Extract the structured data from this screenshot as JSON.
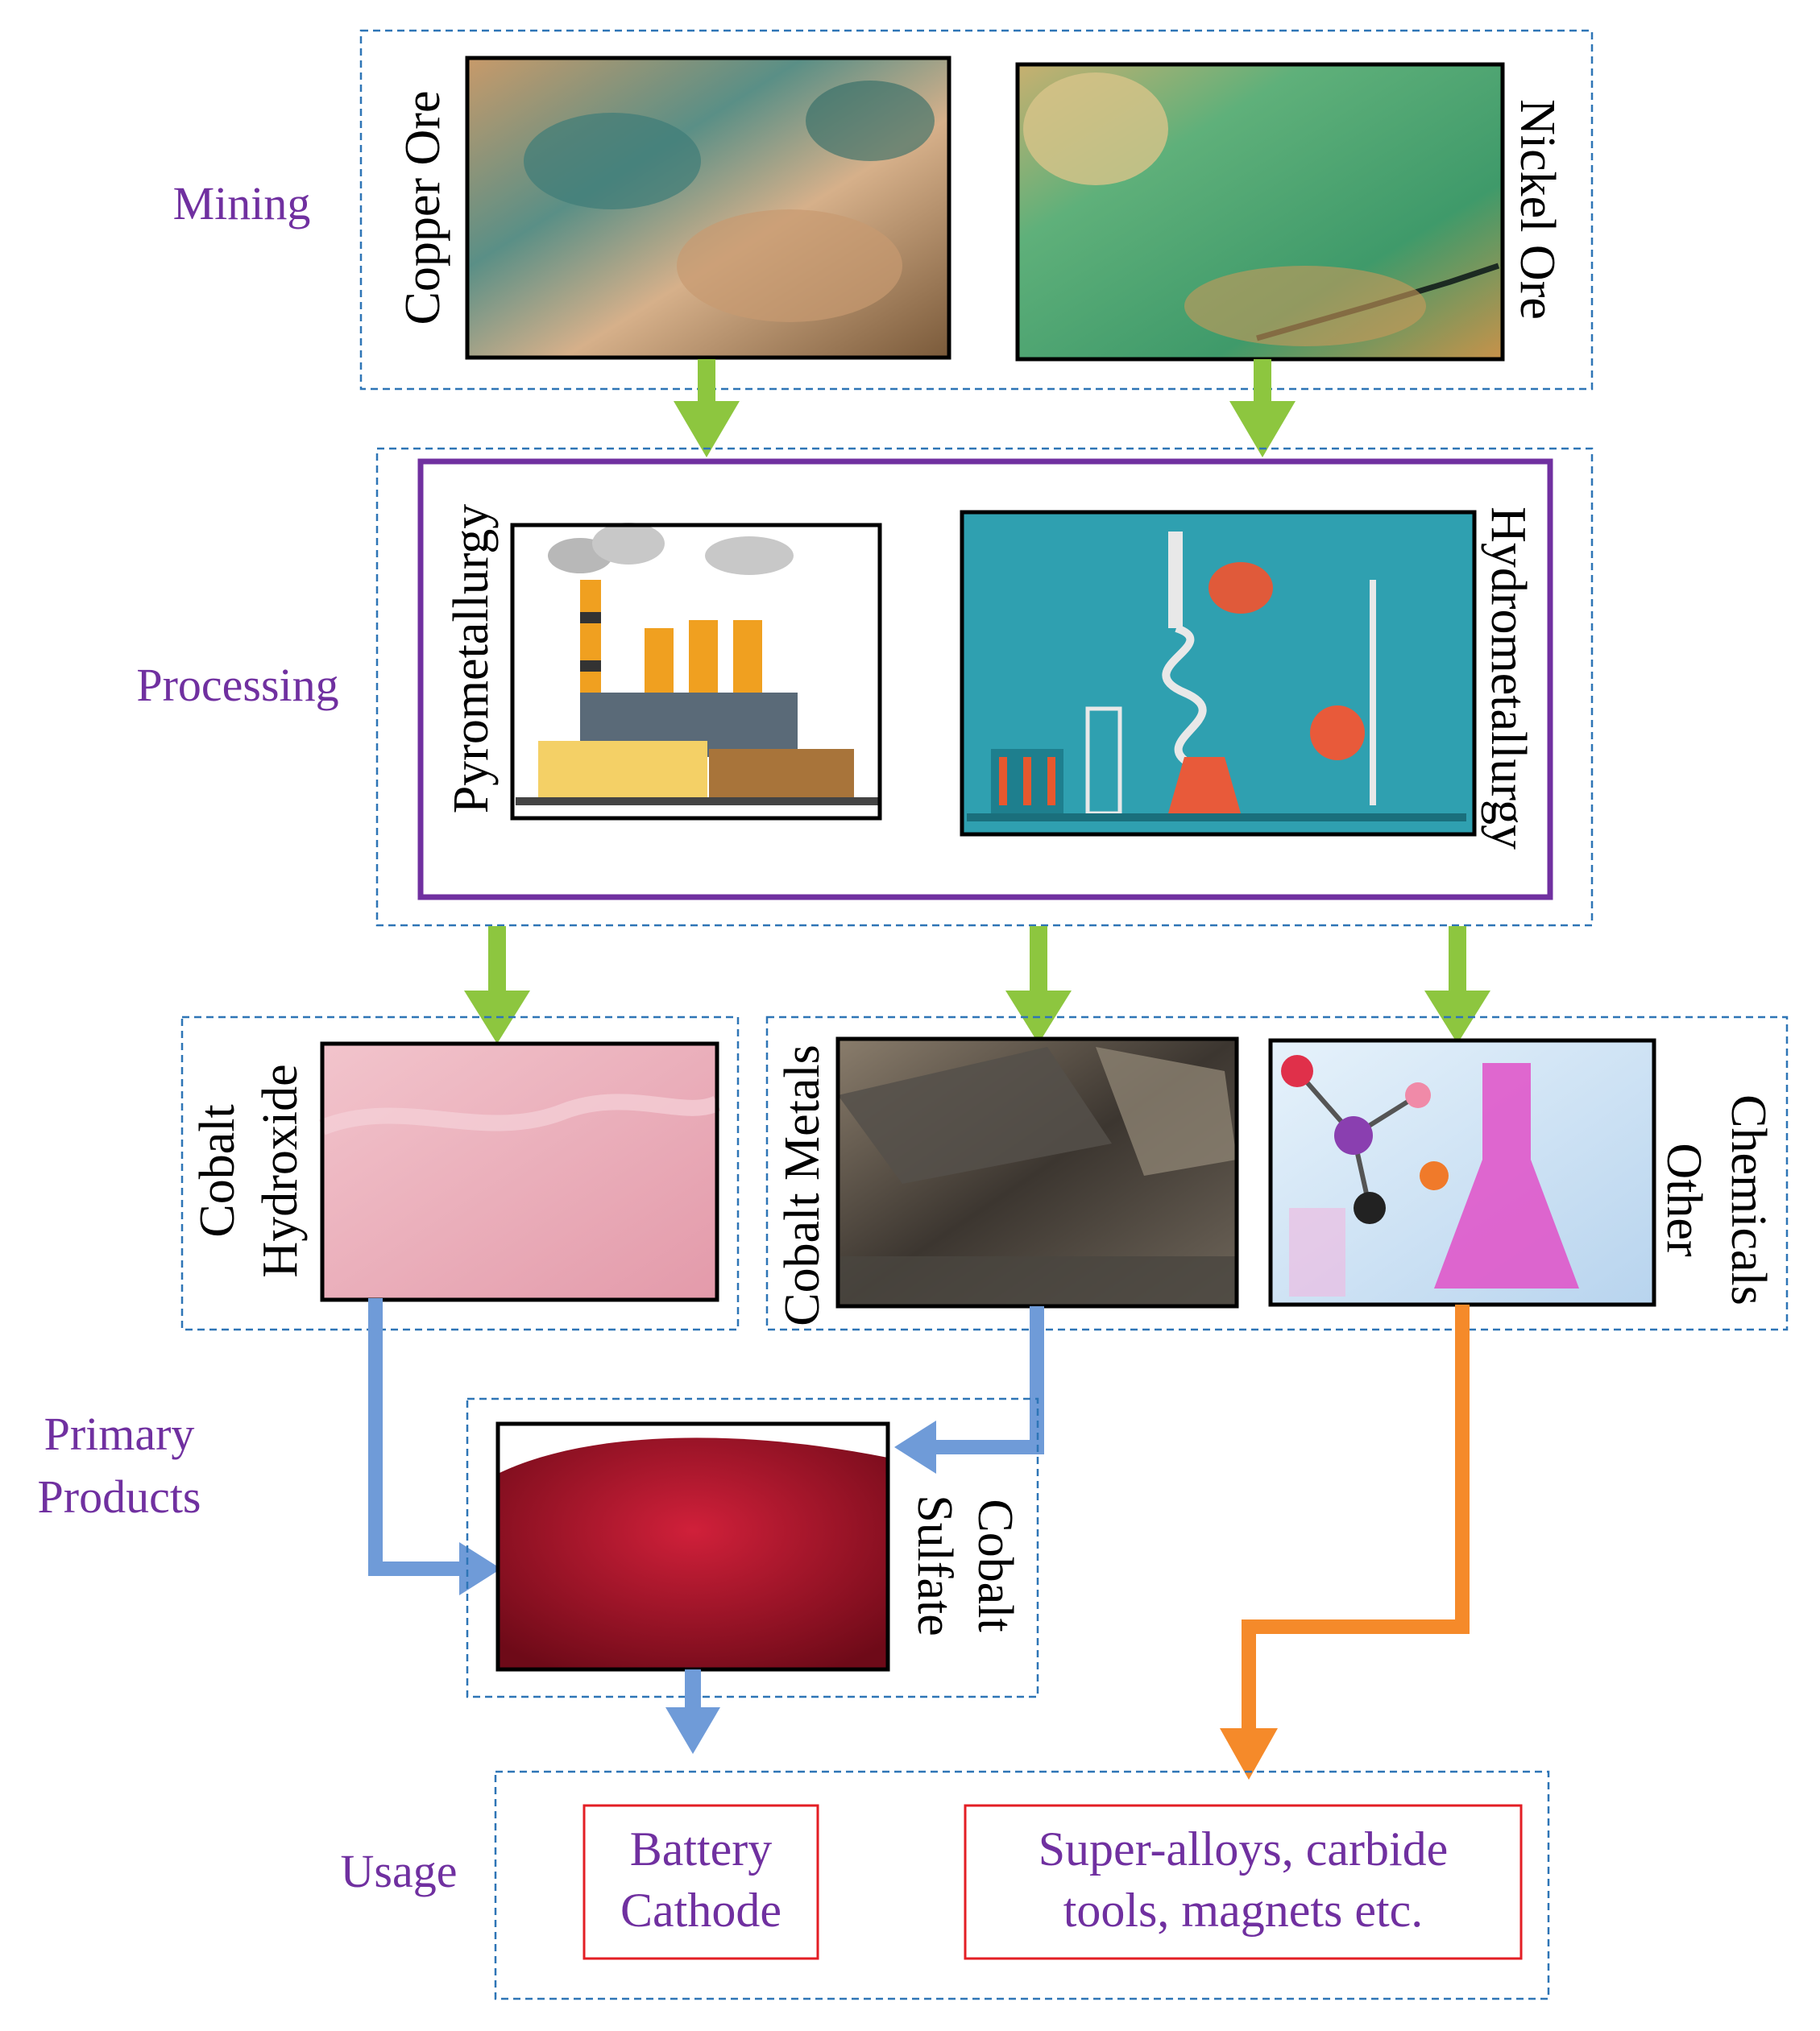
{
  "stages": {
    "mining": "Mining",
    "processing": "Processing",
    "primary_line1": "Primary",
    "primary_line2": "Products",
    "usage": "Usage"
  },
  "mining": {
    "copper_ore": "Copper Ore",
    "nickel_ore": "Nickel Ore"
  },
  "processing": {
    "pyro": "Pyrometallurgy",
    "hydro": "Hydrometallurgy"
  },
  "products": {
    "hydroxide_line1": "Cobalt",
    "hydroxide_line2": "Hydroxide",
    "metals": "Cobalt Metals",
    "chemicals_line1": "Other",
    "chemicals_line2": "Chemicals",
    "sulfate_line1": "Cobalt",
    "sulfate_line2": "Sulfate"
  },
  "usage": {
    "battery_line1": "Battery",
    "battery_line2": "Cathode",
    "alloys_line1": "Super-alloys, carbide",
    "alloys_line2": "tools, magnets etc."
  },
  "colors": {
    "stage_label": "#7030a0",
    "dashed_border": "#2e75b6",
    "green_arrow": "#8dc63f",
    "blue_arrow": "#6f9bd8",
    "orange_arrow": "#f58a2a",
    "usage_border": "#e31e24",
    "processing_border": "#7030a0"
  }
}
